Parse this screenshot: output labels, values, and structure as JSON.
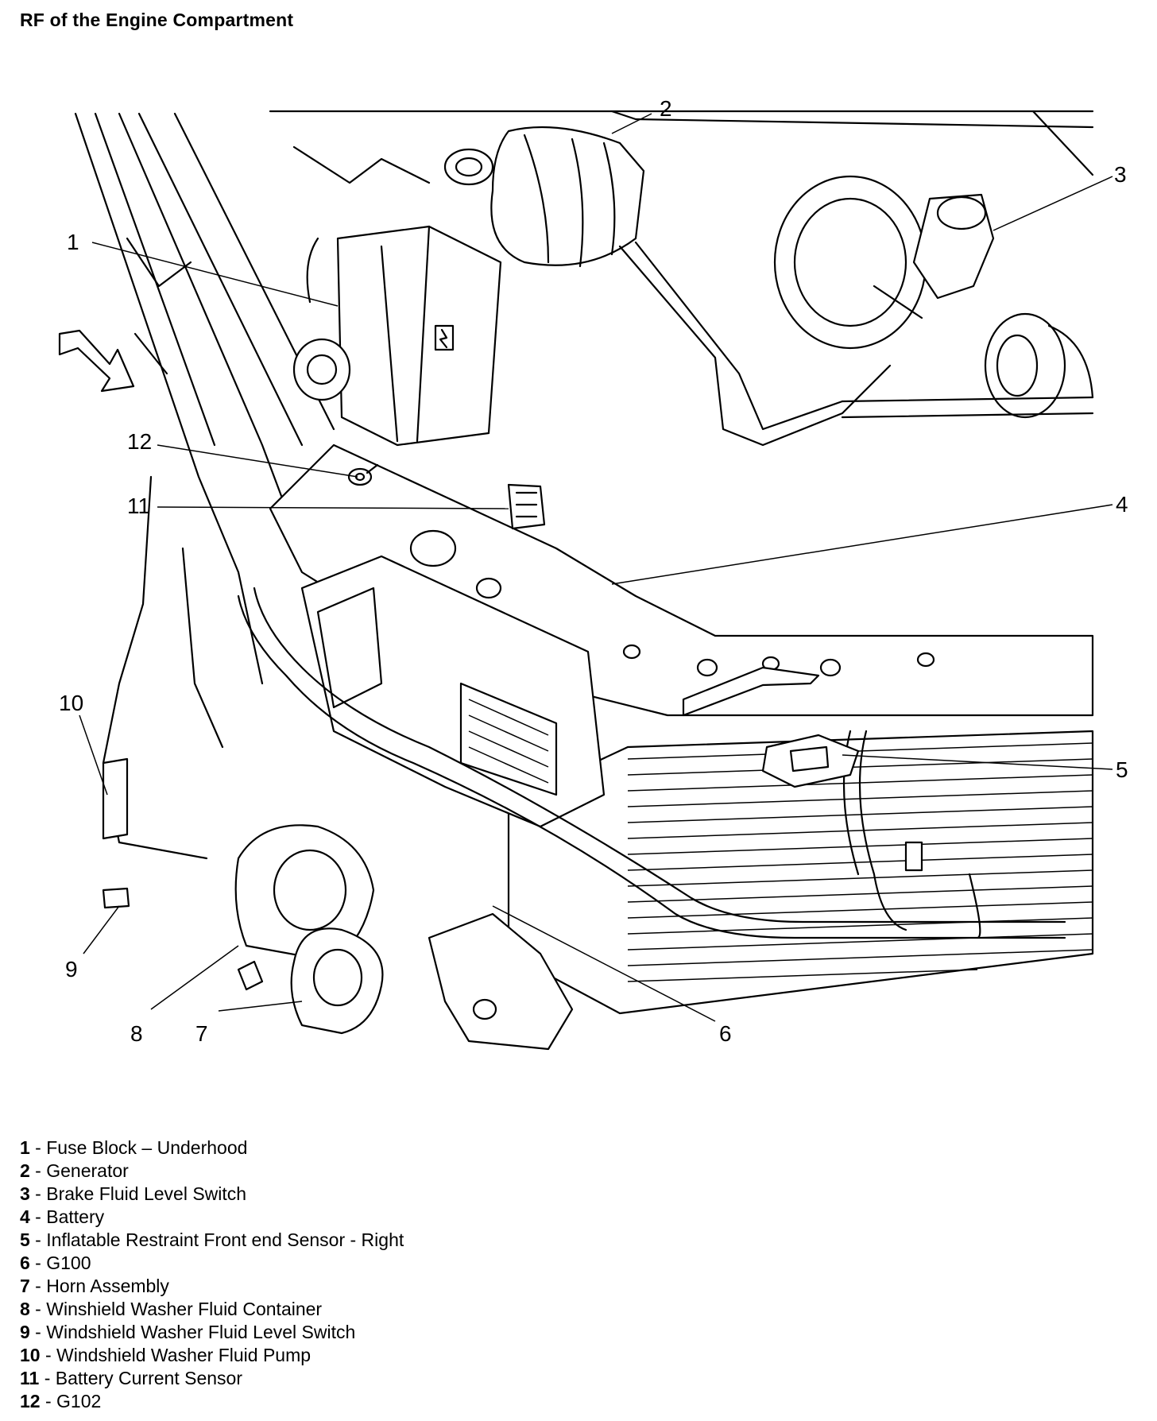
{
  "title": "RF of the Engine Compartment",
  "callouts": [
    "1",
    "2",
    "3",
    "4",
    "5",
    "6",
    "7",
    "8",
    "9",
    "10",
    "11",
    "12"
  ],
  "legend": [
    {
      "num": "1",
      "sep": " - ",
      "text": "Fuse Block – Underhood"
    },
    {
      "num": "2",
      "sep": " - ",
      "text": "Generator"
    },
    {
      "num": "3",
      "sep": " - ",
      "text": "Brake Fluid Level Switch"
    },
    {
      "num": "4",
      "sep": " - ",
      "text": "Battery"
    },
    {
      "num": "5",
      "sep": " - ",
      "text": "Inflatable Restraint Front end Sensor - Right"
    },
    {
      "num": "6",
      "sep": " - ",
      "text": "G100"
    },
    {
      "num": "7",
      "sep": " - ",
      "text": "Horn Assembly"
    },
    {
      "num": "8",
      "sep": " - ",
      "text": "Winshield Washer Fluid Container"
    },
    {
      "num": "9",
      "sep": " - ",
      "text": "Windshield Washer Fluid Level Switch"
    },
    {
      "num": "10",
      "sep": " - ",
      "text": "Windshield Washer Fluid Pump"
    },
    {
      "num": "11",
      "sep": " - ",
      "text": "Battery Current Sensor"
    },
    {
      "num": "12",
      "sep": " - ",
      "text": "G102"
    }
  ]
}
